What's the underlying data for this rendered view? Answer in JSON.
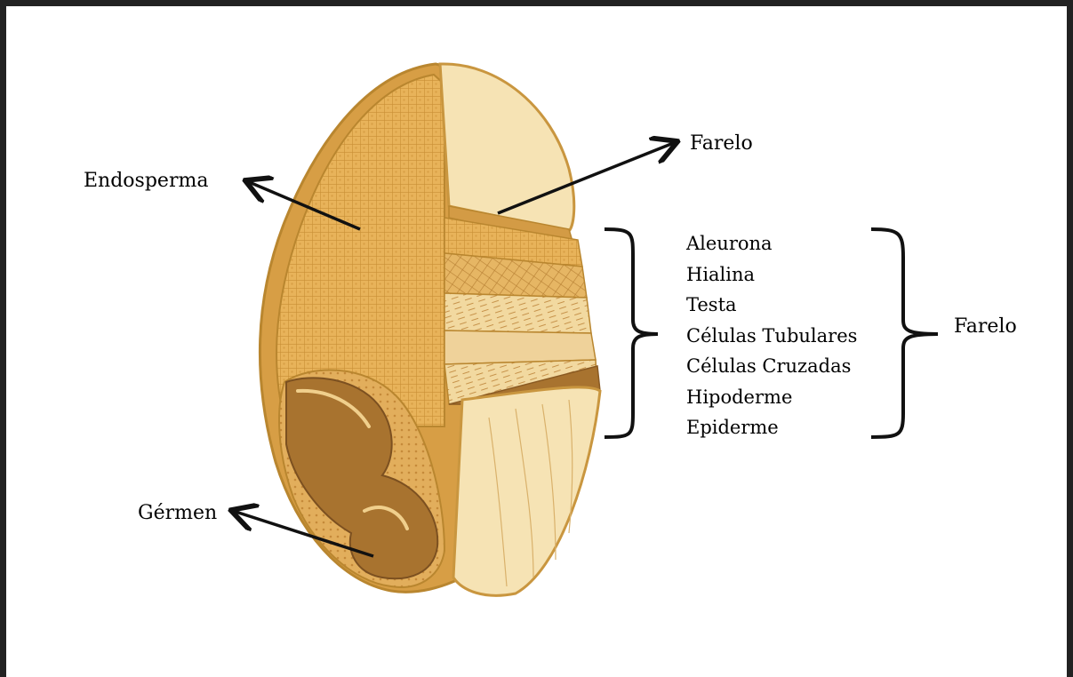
{
  "labels": {
    "endosperm": "Endosperma",
    "bran_top": "Farelo",
    "germ": "Gérmen",
    "bran_group": "Farelo"
  },
  "layers": [
    "Aleurona",
    "Hialina",
    "Testa",
    "Células Tubulares",
    "Células Cruzadas",
    "Hipoderme",
    "Epiderme"
  ],
  "colors": {
    "endosperm": "#e8b35a",
    "endosperm_grid": "#c98f35",
    "bran_light": "#f6e3b4",
    "germ": "#a8732f",
    "germ_dark": "#7c5020",
    "outline": "#b9862f",
    "frame": "#222222"
  }
}
